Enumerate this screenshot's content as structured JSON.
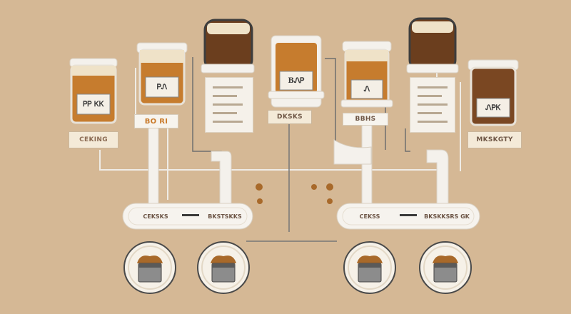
{
  "colors": {
    "background": "#d5b895",
    "pipe": "#f2efe9",
    "amber": "#c67c2e",
    "dark_brew": "#6b3e1e",
    "label_bg": "#f4ead8",
    "text": "#8a6a52"
  },
  "jars": [
    {
      "label": "ᏢᏢ ᏦᏦ"
    },
    {
      "label": "ᏢᏁ"
    },
    {
      "label": ""
    },
    {
      "label": "BᏁᏢ"
    },
    {
      "label": "Ꮑ"
    },
    {
      "label": ""
    },
    {
      "label": "ᏁᏢᏦ"
    }
  ],
  "labels": {
    "cooking": "CEKING",
    "orange_tag": "BO RI",
    "center_tag": "DKSKS",
    "right_small": "BBHS",
    "right_tag": "MKSKGTY"
  },
  "hubs": {
    "left_a": "CEKSKS",
    "left_b": "BKSTSKKS",
    "right_a": "CEKSS",
    "right_b": "BKSKKSRS GK"
  },
  "icons": [
    "coffee-bag-icon",
    "coffee-bag-icon",
    "coffee-bag-icon",
    "coffee-bag-icon"
  ]
}
